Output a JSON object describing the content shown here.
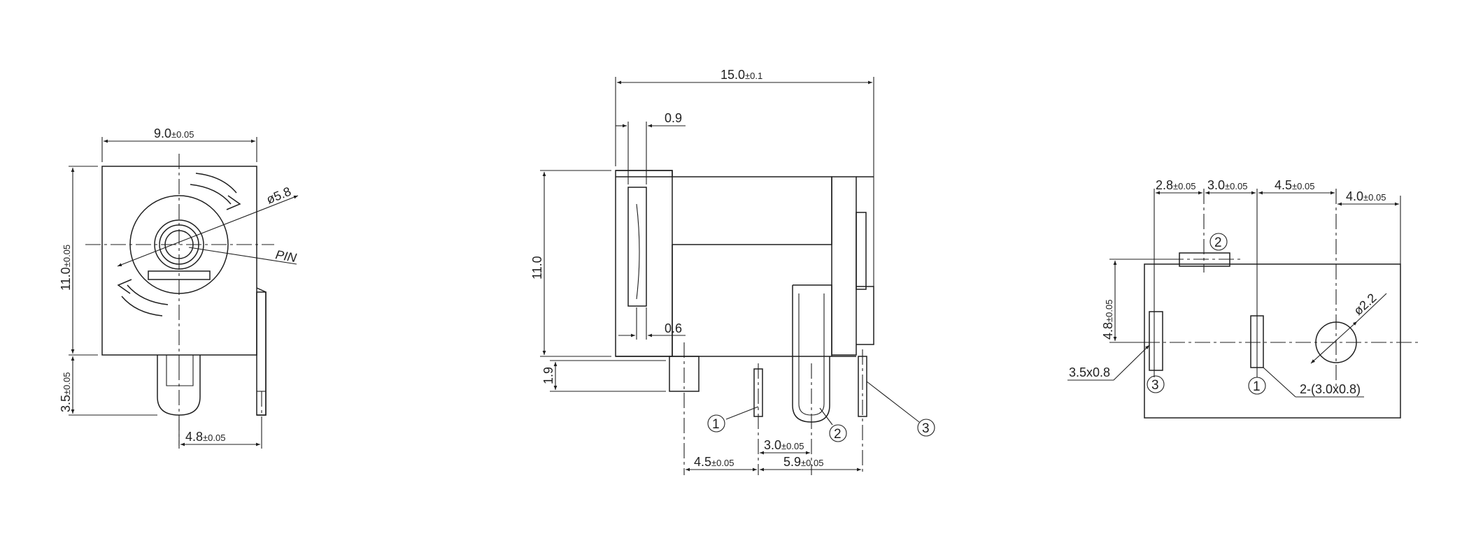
{
  "drawing": {
    "front_view": {
      "width": "9.0",
      "width_tol": "±0.05",
      "height": "11.0",
      "height_tol": "±0.05",
      "pin_len": "3.5",
      "pin_len_tol": "±0.05",
      "pin_offset": "4.8",
      "pin_offset_tol": "±0.05",
      "diameter": "ø5.8",
      "pin_label": "PIN"
    },
    "side_view": {
      "length": "15.0",
      "length_tol": "±0.1",
      "wall_top": "0.9",
      "wall_bottom": "0.6",
      "height": "11.0",
      "standoff": "1.9",
      "pitch_a": "3.0",
      "pitch_a_tol": "±0.05",
      "pitch_b": "4.5",
      "pitch_b_tol": "±0.05",
      "pitch_c": "5.9",
      "pitch_c_tol": "±0.05",
      "pin_numbers": [
        "1",
        "2",
        "3"
      ]
    },
    "bottom_view": {
      "d1": "2.8",
      "d1_tol": "±0.05",
      "d2": "3.0",
      "d2_tol": "±0.05",
      "d3": "4.5",
      "d3_tol": "±0.05",
      "d4": "4.0",
      "d4_tol": "±0.05",
      "vert": "4.8",
      "vert_tol": "±0.05",
      "hole": "ø2.2",
      "slot_a": "3.5x0.8",
      "slot_b": "2-(3.0x0.8)",
      "pin_numbers": [
        "1",
        "2",
        "3"
      ]
    }
  }
}
